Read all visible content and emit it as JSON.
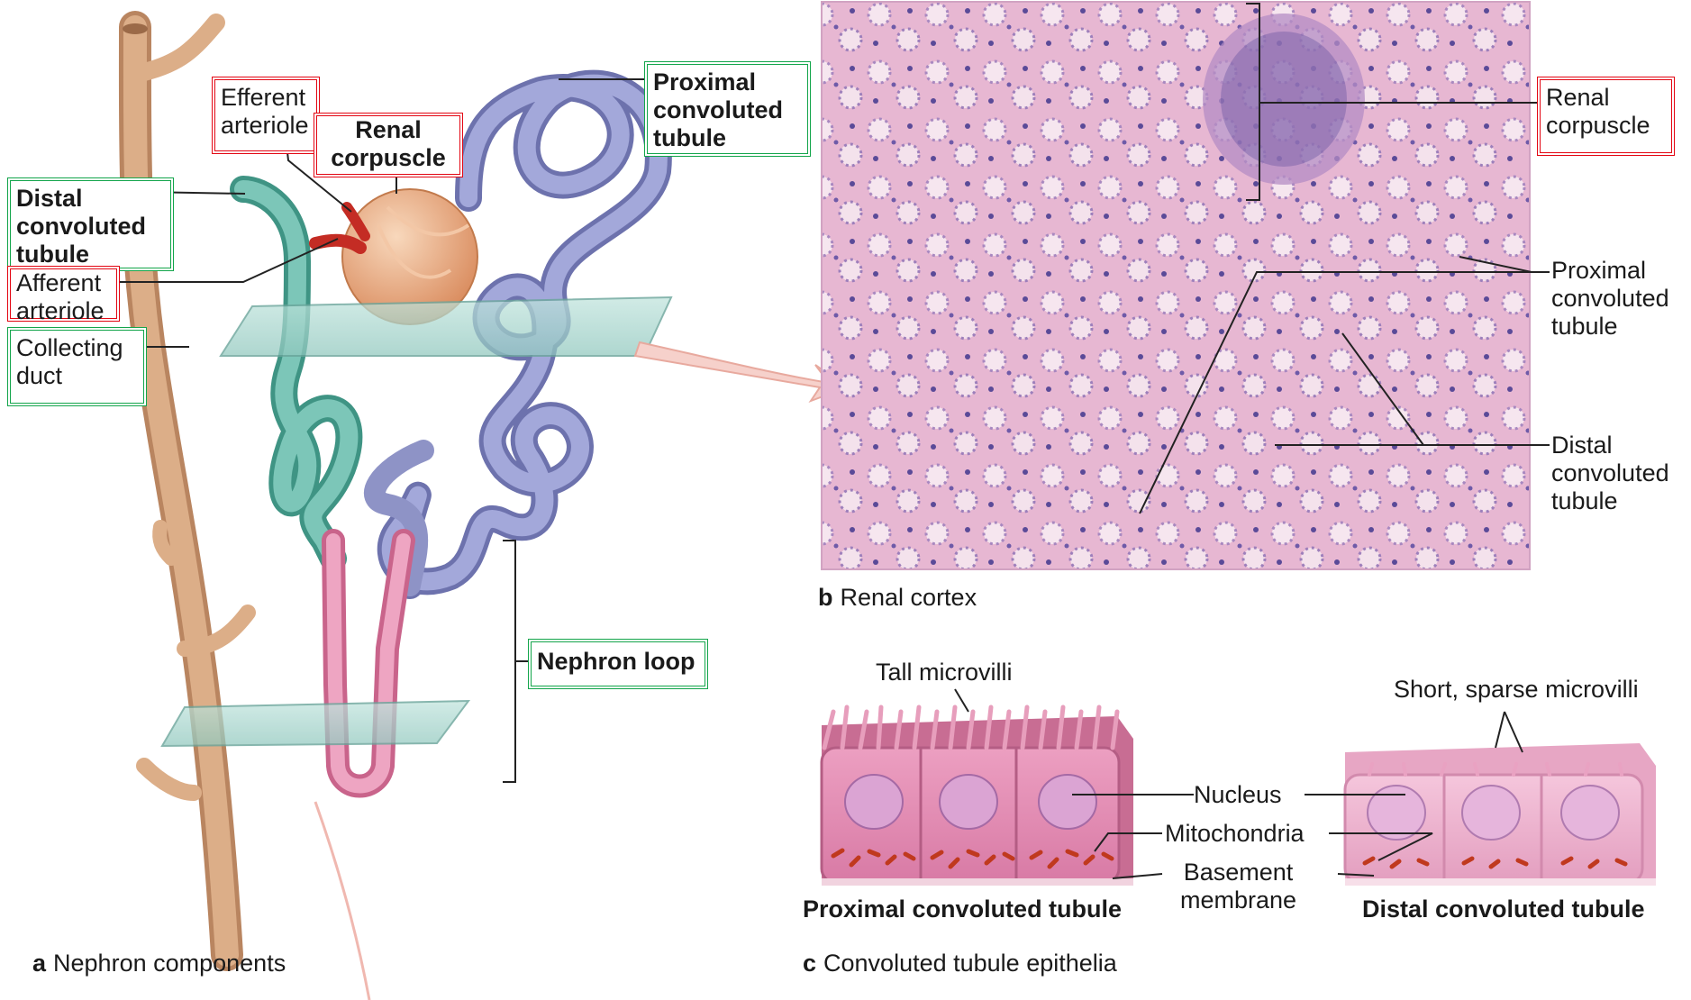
{
  "panel_a": {
    "caption_letter": "a",
    "caption_text": "Nephron components",
    "labels": {
      "efferent_arteriole": [
        "Efferent",
        "arteriole"
      ],
      "renal_corpuscle": [
        "Renal",
        "corpuscle"
      ],
      "proximal_convoluted_tubule": [
        "Proximal",
        "convoluted",
        "tubule"
      ],
      "distal_convoluted_tubule": [
        "Distal",
        "convoluted",
        "tubule"
      ],
      "afferent_arteriole": [
        "Afferent",
        "arteriole"
      ],
      "collecting_duct": [
        "Collecting",
        "duct"
      ],
      "nephron_loop": "Nephron loop"
    }
  },
  "panel_b": {
    "caption_letter": "b",
    "caption_text": "Renal cortex",
    "labels": {
      "renal_corpuscle": [
        "Renal",
        "corpuscle"
      ],
      "proximal_convoluted_tubule": [
        "Proximal",
        "convoluted",
        "tubule"
      ],
      "distal_convoluted_tubule": [
        "Distal",
        "convoluted",
        "tubule"
      ]
    }
  },
  "panel_c": {
    "caption_letter": "c",
    "caption_text": "Convoluted tubule epithelia",
    "labels": {
      "tall_microvilli": "Tall microvilli",
      "short_sparse_microvilli": "Short, sparse microvilli",
      "nucleus": "Nucleus",
      "mitochondria": "Mitochondria",
      "basement_membrane": [
        "Basement",
        "membrane"
      ],
      "proximal_title": "Proximal convoluted tubule",
      "distal_title": "Distal convoluted tubule"
    }
  },
  "highlight_colors": {
    "red": "#e30613",
    "green": "#13a54b"
  },
  "colors": {
    "collecting_duct": "#d5a47e",
    "distal_tubule": "#6fb8a9",
    "proximal_tubule": "#8e93c6",
    "loop": "#e28fac",
    "corpuscle": "#e3a27a",
    "arteriole": "#d2352c",
    "tissue_bg": "#e6b8d3"
  }
}
